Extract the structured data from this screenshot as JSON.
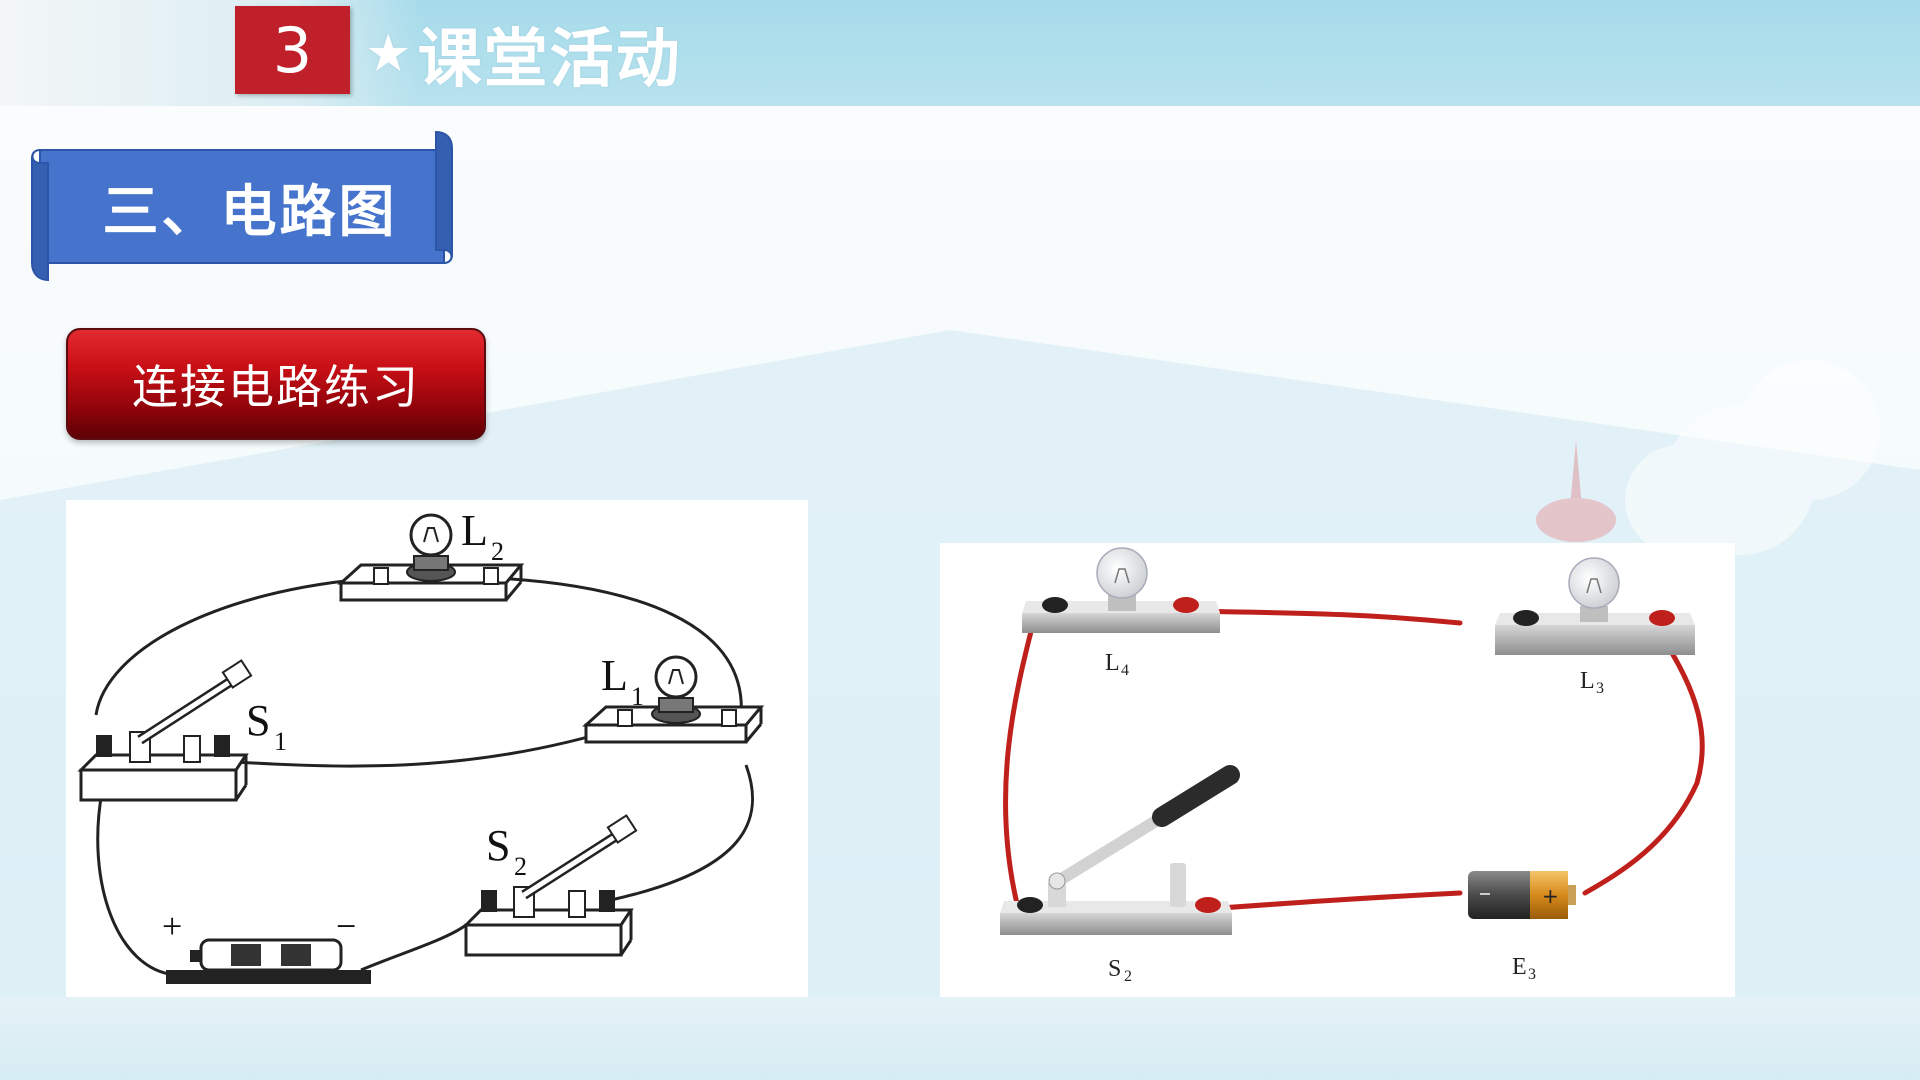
{
  "header": {
    "number": "3",
    "title": "课堂活动"
  },
  "section": {
    "title": "三、电路图"
  },
  "practice_button": {
    "label": "连接电路练习"
  },
  "left_diagram": {
    "lamp_top": "L",
    "lamp_top_sub": "2",
    "lamp_right": "L",
    "lamp_right_sub": "1",
    "switch_left": "S",
    "switch_left_sub": "1",
    "switch_right": "S",
    "switch_right_sub": "2",
    "plus": "+",
    "minus": "−"
  },
  "right_diagram": {
    "lamp_left": "L",
    "lamp_left_sub": "4",
    "lamp_right": "L",
    "lamp_right_sub": "3",
    "switch": "S",
    "switch_sub": "2",
    "battery": "E",
    "battery_sub": "3",
    "battery_plus": "+",
    "wire_color": "#c0201c"
  },
  "colors": {
    "badge": "#c0202a",
    "banner": "#4a78d0",
    "button": "#c80f16"
  }
}
